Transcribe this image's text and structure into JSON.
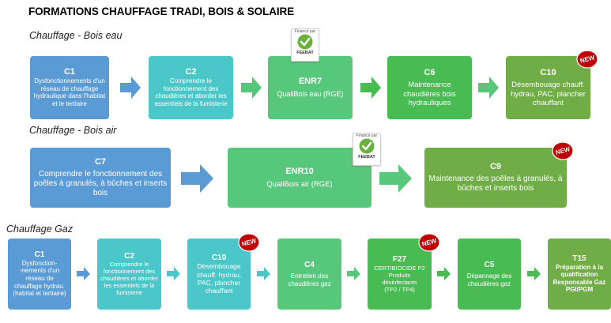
{
  "title": "FORMATIONS CHAUFFAGE TRADI, BOIS & SOLAIRE",
  "sections": {
    "bois_eau": "Chauffage - Bois eau",
    "bois_air": "Chauffage - Bois air",
    "gaz": "Chauffage Gaz"
  },
  "badges": {
    "feebat_top": "Financé par",
    "feebat_name": "FEEBAT",
    "new_label": "NEW"
  },
  "row1": [
    {
      "code": "C1",
      "desc": "Dysfonctionnements d'un réseau de chauffage hydraulique dans l'habitat et le tertiaire",
      "color": "#5b9bd5"
    },
    {
      "code": "C2",
      "desc": "Comprendre le fonctionnement des chaudières et aborder les essentiels de la fumisterie",
      "color": "#4bc7c9"
    },
    {
      "code": "ENR7",
      "desc": "QualiBois eau (RGE)",
      "color": "#57c77c"
    },
    {
      "code": "C6",
      "desc": "Maintenance chaudières bois hydrauliques",
      "color": "#48bb52"
    },
    {
      "code": "C10",
      "desc": "Désembouage chauff. hydrau, PAC, plancher chauffant",
      "color": "#70ad47"
    }
  ],
  "row2": [
    {
      "code": "C7",
      "desc": "Comprendre le fonctionnement des poêles à granulés, à bûches et inserts bois",
      "color": "#5b9bd5"
    },
    {
      "code": "ENR10",
      "desc": "QualiBois air (RGE)",
      "color": "#57c77c"
    },
    {
      "code": "C9",
      "desc": "Maintenance des poêles à granulés, à bûches et inserts bois",
      "color": "#70ad47"
    }
  ],
  "row3": [
    {
      "code": "C1",
      "desc": "Dysfonction-\n-nements d'un réseau de chauffage hydrau. (habitat et tertiaire)",
      "color": "#5b9bd5"
    },
    {
      "code": "C2",
      "desc": "Comprendre le fonctionnement des chaudières et aborder les essentiels de la fumisterie",
      "color": "#4bc7c9"
    },
    {
      "code": "C10",
      "desc": "Désembouage chauff. hydrau, PAC, plancher chauffant",
      "color": "#4bc7c9"
    },
    {
      "code": "C4",
      "desc": "Entretien des chaudières gaz",
      "color": "#57c77c"
    },
    {
      "code": "F27",
      "desc": "CERTIBIOCIDE P2\nProduits désinfectants\n(TP2 / TP4)",
      "color": "#48bb52"
    },
    {
      "code": "C5",
      "desc": "Dépannage des chaudières gaz",
      "color": "#48bb52"
    },
    {
      "code": "T15",
      "desc": "Préparation à la qualification Responsable Gaz PGI/PGM",
      "color": "#70ad47"
    }
  ],
  "colors": {
    "arrow_blue": "#5b9bd5",
    "arrow_green": "#57c77c",
    "new_red": "#c00000",
    "feebat_check": "#6ab23e"
  }
}
